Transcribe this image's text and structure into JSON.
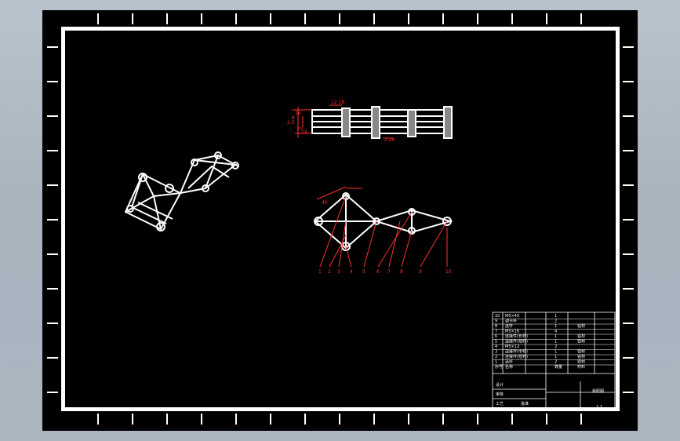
{
  "app": {
    "title": "CAD drawing viewer"
  },
  "colors": {
    "background": "#aab5c0",
    "paper": "#000000",
    "lines": "#ffffff",
    "annotations": "#ff3030"
  },
  "views": {
    "iso": {
      "name": "isometric-view"
    },
    "top": {
      "name": "top-view",
      "dimensions": [
        "2.5",
        "8",
        "16",
        "20",
        "24"
      ],
      "notes": [
        "12 18",
        "2 20"
      ]
    },
    "front": {
      "name": "front-view",
      "dimension": "40",
      "balloons": [
        "1",
        "2",
        "3",
        "4",
        "5",
        "6",
        "7",
        "8",
        "9",
        "10"
      ]
    }
  },
  "title_block": {
    "parts_list": [
      {
        "no": "10",
        "name": "M5×40",
        "qty": "1",
        "material": ""
      },
      {
        "no": "9",
        "name": "调节杆",
        "qty": "2",
        "material": ""
      },
      {
        "no": "8",
        "name": "连杆",
        "qty": "1",
        "material": "铝材"
      },
      {
        "no": "7",
        "name": "M5×16",
        "qty": "4",
        "material": ""
      },
      {
        "no": "6",
        "name": "连接件(长杆)",
        "qty": "1",
        "material": "铝材"
      },
      {
        "no": "5",
        "name": "连接件(短杆)",
        "qty": "1",
        "material": "铝材"
      },
      {
        "no": "4",
        "name": "M5×12",
        "qty": "2",
        "material": ""
      },
      {
        "no": "3",
        "name": "连接件(中杆)",
        "qty": "1",
        "material": "铝材"
      },
      {
        "no": "2",
        "name": "连接件(短杆)",
        "qty": "1",
        "material": "铝材"
      },
      {
        "no": "1",
        "name": "连杆",
        "qty": "2",
        "material": "铝材"
      }
    ],
    "header": {
      "no": "序号",
      "name": "名称",
      "qty": "数量",
      "material": "材料"
    },
    "drawing_name": "装配图",
    "labels": [
      "设计",
      "审核",
      "工艺",
      "批准"
    ],
    "scale": "1:1"
  }
}
